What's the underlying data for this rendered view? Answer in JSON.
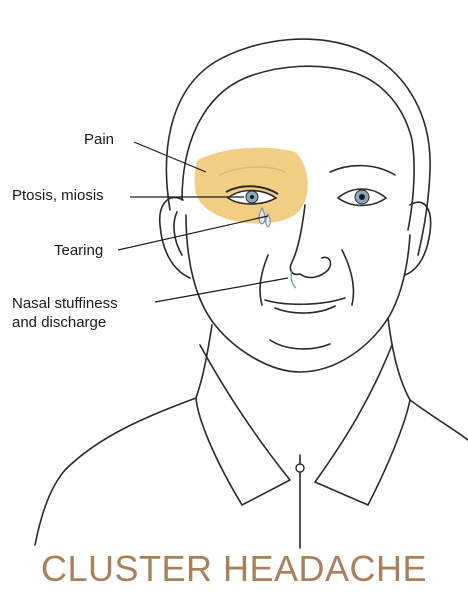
{
  "labels": {
    "pain": "Pain",
    "ptosis": "Ptosis, miosis",
    "tearing": "Tearing",
    "nasal_line1": "Nasal stuffiness",
    "nasal_line2": "and discharge"
  },
  "title": "CLUSTER HEADACHE",
  "colors": {
    "pain_region": "#f1c977",
    "title": "#a9805a",
    "line_art": "#2a2a2a",
    "skin_shadow": "#d9d9d9",
    "iris": "#8aa7bf"
  },
  "illustration": "man-face-line-drawing"
}
